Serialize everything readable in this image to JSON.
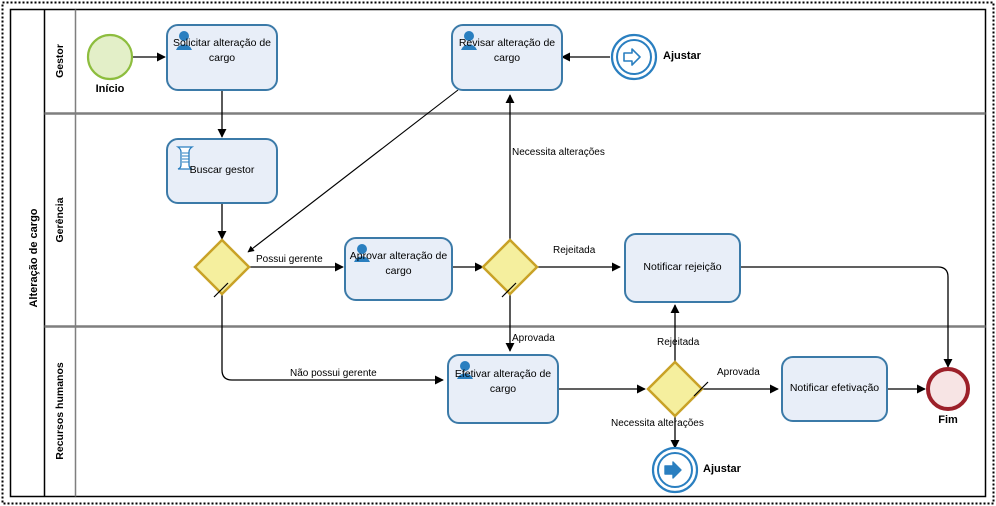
{
  "diagram": {
    "type": "bpmn-process-diagram",
    "pool_label": "Alteração de cargo",
    "lanes": [
      {
        "id": "lane-gestor",
        "label": "Gestor"
      },
      {
        "id": "lane-gerencia",
        "label": "Gerência"
      },
      {
        "id": "lane-rh",
        "label": "Recursos humanos"
      }
    ],
    "colors": {
      "task_fill": "#e8eef8",
      "task_stroke": "#3b7aa8",
      "gateway_fill": "#f5ef9e",
      "gateway_stroke": "#c9a227",
      "start_fill": "#e3efc8",
      "start_stroke": "#8dbd3e",
      "end_fill": "#f7e4e4",
      "end_stroke": "#9c2029",
      "event_stroke": "#2a7fc0",
      "lane_stroke": "#7f7f7f",
      "pool_stroke": "#000000",
      "flow_stroke": "#000000",
      "icon_blue": "#2a7fc0"
    },
    "events": [
      {
        "id": "start-inicio",
        "kind": "start-event",
        "label": "Início",
        "lane": "lane-gestor"
      },
      {
        "id": "link-catch-ajustar",
        "kind": "intermediate-catch-link-event",
        "label": "Ajustar",
        "lane": "lane-gestor",
        "icon": "link-arrow-outline-icon"
      },
      {
        "id": "link-throw-ajustar",
        "kind": "intermediate-throw-link-event",
        "label": "Ajustar",
        "lane": "lane-rh",
        "icon": "link-arrow-filled-icon"
      },
      {
        "id": "end-fim",
        "kind": "end-event",
        "label": "Fim",
        "lane": "lane-rh"
      }
    ],
    "tasks": [
      {
        "id": "task-solicitar",
        "label": "Solicitar alteração de cargo",
        "icon": "user-task-icon",
        "lane": "lane-gestor"
      },
      {
        "id": "task-revisar",
        "label": "Revisar alteração de cargo",
        "icon": "user-task-icon",
        "lane": "lane-gestor"
      },
      {
        "id": "task-buscar-gestor",
        "label": "Buscar gestor",
        "icon": "script-task-icon",
        "lane": "lane-gerencia"
      },
      {
        "id": "task-aprovar",
        "label": "Aprovar alteração de cargo",
        "icon": "user-task-icon",
        "lane": "lane-gerencia"
      },
      {
        "id": "task-notificar-rejeicao",
        "label": "Notificar rejeição",
        "icon": "none",
        "lane": "lane-gerencia"
      },
      {
        "id": "task-efetivar",
        "label": "Efetivar alteração de cargo",
        "icon": "user-task-icon",
        "lane": "lane-rh"
      },
      {
        "id": "task-notificar-efetivacao",
        "label": "Notificar efetivação",
        "icon": "none",
        "lane": "lane-rh"
      }
    ],
    "gateways": [
      {
        "id": "gw-possui-gerente",
        "kind": "exclusive-gateway",
        "lane": "lane-gerencia",
        "has_default_marker": true
      },
      {
        "id": "gw-aprovacao-gerencia",
        "kind": "exclusive-gateway",
        "lane": "lane-gerencia",
        "has_default_marker": true
      },
      {
        "id": "gw-aprovacao-rh",
        "kind": "exclusive-gateway",
        "lane": "lane-rh",
        "has_default_marker": true
      }
    ],
    "flow_labels": [
      {
        "id": "flow-label-necessita-alteracoes-1",
        "text": "Necessita alterações"
      },
      {
        "id": "flow-label-possui-gerente",
        "text": "Possui gerente"
      },
      {
        "id": "flow-label-rejeitada-1",
        "text": "Rejeitada"
      },
      {
        "id": "flow-label-nao-possui-gerente",
        "text": "Não possui gerente"
      },
      {
        "id": "flow-label-aprovada-1",
        "text": "Aprovada"
      },
      {
        "id": "flow-label-rejeitada-2",
        "text": "Rejeitada"
      },
      {
        "id": "flow-label-aprovada-2",
        "text": "Aprovada"
      },
      {
        "id": "flow-label-necessita-alteracoes-2",
        "text": "Necessita alterações"
      }
    ]
  }
}
